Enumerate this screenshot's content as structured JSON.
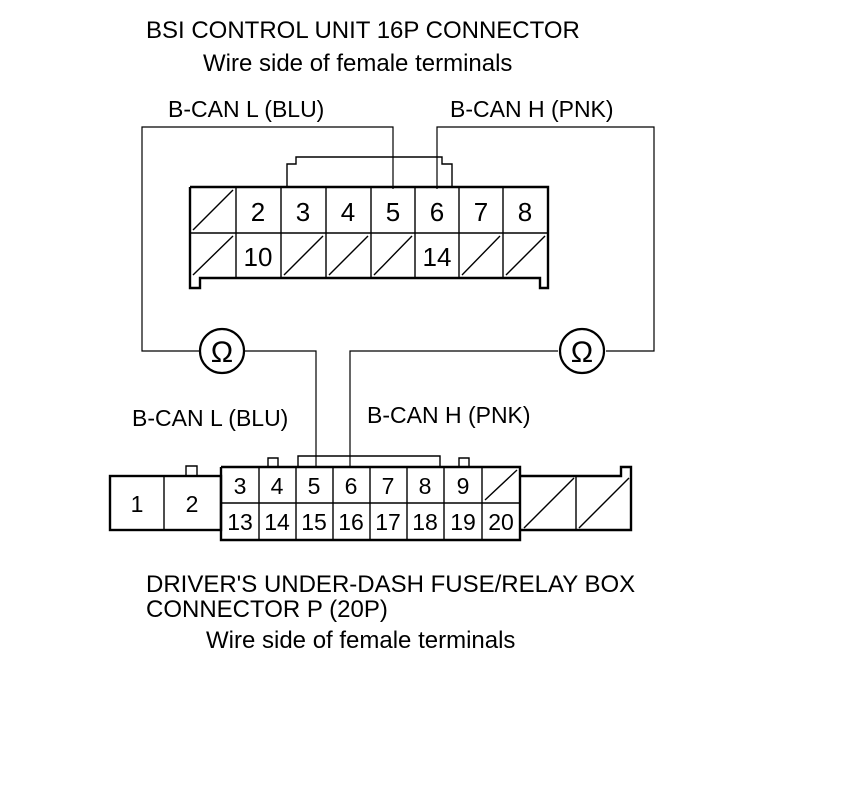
{
  "top_connector": {
    "title": "BSI CONTROL UNIT 16P CONNECTOR",
    "subtitle": "Wire side of female terminals",
    "pins_row1": [
      "2",
      "3",
      "4",
      "5",
      "6",
      "7",
      "8"
    ],
    "pins_row2": [
      "10",
      "14"
    ]
  },
  "bottom_connector": {
    "title_line1": "DRIVER'S UNDER-DASH FUSE/RELAY BOX",
    "title_line2": "CONNECTOR P (20P)",
    "subtitle": "Wire side of female terminals",
    "pins_side": [
      "1",
      "2"
    ],
    "pins_row1": [
      "3",
      "4",
      "5",
      "6",
      "7",
      "8",
      "9"
    ],
    "pins_row2": [
      "13",
      "14",
      "15",
      "16",
      "17",
      "18",
      "19",
      "20"
    ]
  },
  "wires": {
    "can_l_top": "B-CAN L (BLU)",
    "can_h_top": "B-CAN H (PNK)",
    "can_l_bottom": "B-CAN L (BLU)",
    "can_h_bottom": "B-CAN H (PNK)"
  },
  "meters": {
    "left_symbol": "Ω",
    "right_symbol": "Ω"
  }
}
